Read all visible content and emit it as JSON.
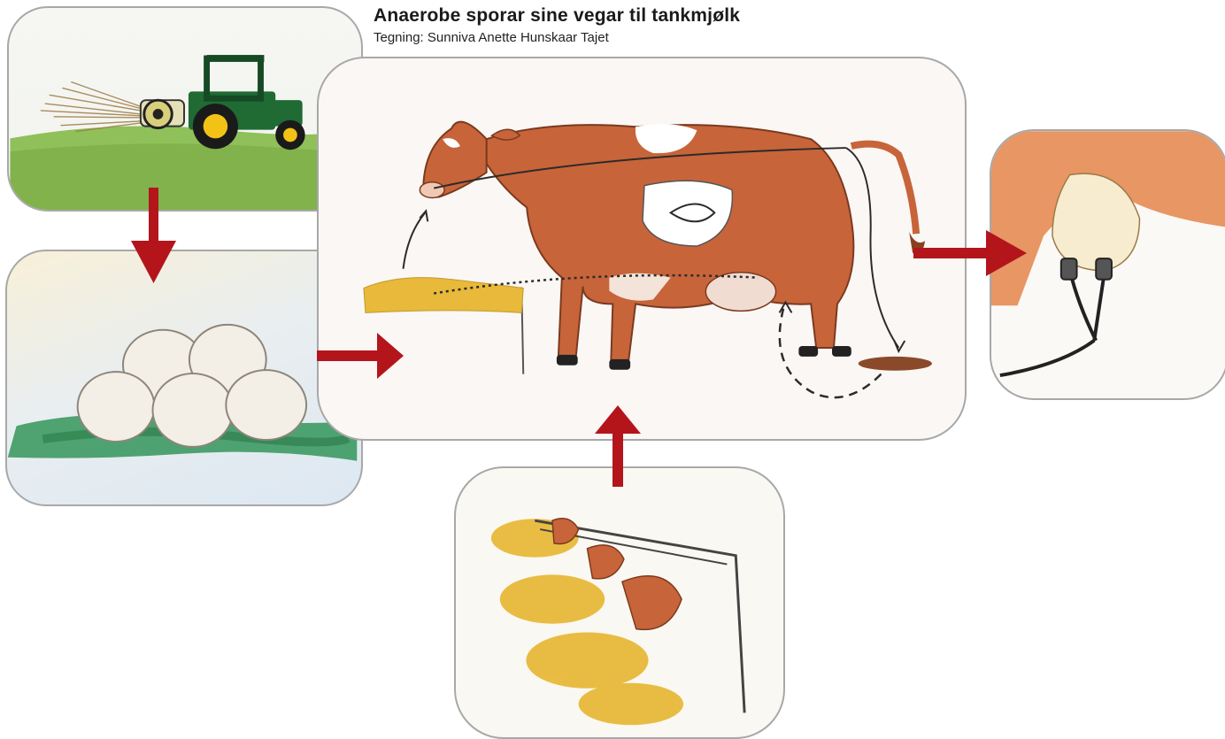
{
  "header": {
    "title": "Anaerobe sporar sine vegar til tankmjølk",
    "credit": "Tegning: Sunniva Anette Hunskaar Tajet"
  },
  "colors": {
    "arrow": "#b3151b",
    "cow_coat": "#c8643a",
    "grass": "#7fb24f",
    "hay": "#e8b93a",
    "tractor": "#1f6b33",
    "wheel_hub": "#f2c216"
  },
  "panels": {
    "tractor": {
      "icon": "tractor-field-illustration"
    },
    "bales": {
      "icon": "silage-bales-illustration"
    },
    "cow": {
      "icon": "cow-spore-pathway-illustration"
    },
    "udder": {
      "icon": "milking-cluster-illustration"
    },
    "barn": {
      "icon": "barn-feeding-illustration"
    }
  },
  "flow": [
    {
      "from": "tractor",
      "to": "bales",
      "direction": "down"
    },
    {
      "from": "bales",
      "to": "cow",
      "direction": "right"
    },
    {
      "from": "barn",
      "to": "cow",
      "direction": "up"
    },
    {
      "from": "cow",
      "to": "udder",
      "direction": "right"
    }
  ]
}
